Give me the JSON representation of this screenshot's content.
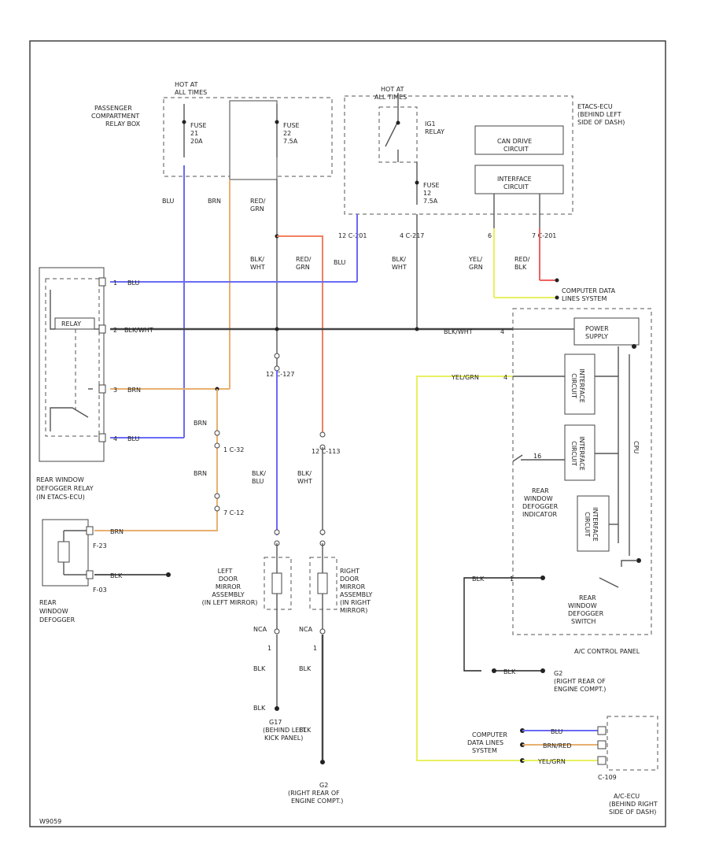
{
  "footer_code": "W9059",
  "labels": {
    "hot1": [
      "HOT AT",
      "ALL TIMES"
    ],
    "hot2": [
      "HOT AT",
      "ALL TIMES"
    ],
    "pcrb": [
      "PASSENGER",
      "COMPARTMENT",
      "RELAY BOX"
    ],
    "fuse1": [
      "FUSE",
      "21",
      "20A"
    ],
    "fuse2": [
      "FUSE",
      "22",
      "7.5A"
    ],
    "fuse3": [
      "FUSE",
      "12",
      "7.5A"
    ],
    "igrelay": [
      "IG1",
      "RELAY"
    ],
    "etacs": [
      "ETACS-ECU",
      "(BEHIND LEFT",
      "SIDE OF DASH)"
    ],
    "can_drive": [
      "CAN DRIVE",
      "CIRCUIT"
    ],
    "interface": [
      "INTERFACE",
      "CIRCUIT"
    ],
    "conn_c201a": "12 C-201",
    "conn_c217": "4 C-217",
    "conn_c201b": "7 C-201",
    "pin_6": "6",
    "w_blu1": "BLU",
    "w_brn1": "BRN",
    "w_redgrn": [
      "RED/",
      "GRN"
    ],
    "w_blkwht1": [
      "BLK/",
      "WHT"
    ],
    "w_redgrn2": [
      "RED/",
      "GRN"
    ],
    "w_blu2": "BLU",
    "w_blkwht2": [
      "BLK/",
      "WHT"
    ],
    "w_yelgrn1": [
      "YEL/",
      "GRN"
    ],
    "w_redblk": [
      "RED/",
      "BLK"
    ],
    "cdl1": [
      "COMPUTER DATA",
      "LINES SYSTEM"
    ],
    "relay_w1": "BLU",
    "relay_w2": "BLK/WHT",
    "relay_w3": "BRN",
    "relay_w4": "BLU",
    "relay_pin1": "1",
    "relay_pin2": "2",
    "relay_pin3": "3",
    "relay_pin4": "4",
    "relay_name": [
      "REAR WINDOW",
      "DEFOGGER RELAY",
      "(IN ETACS-ECU)"
    ],
    "relay_coil": "RELAY",
    "blkwht_mid": "BLK/WHT",
    "pin_4": "4",
    "conn_c127": "12 C-127",
    "conn_c113": "12 C-113",
    "yelgrn_label": "YEL/GRN",
    "pin_4b": "4",
    "power_supply": [
      "POWER",
      "SUPPLY"
    ],
    "brn_a": "BRN",
    "conn_c32": "1 C-32",
    "brn_b": "BRN",
    "conn_c12": "7 C-12",
    "blkblu": [
      "BLK/",
      "BLU"
    ],
    "blkwht3": [
      "BLK/",
      "WHT"
    ],
    "def_w1": "BRN",
    "def_w2": "BLK",
    "def_c1": "F-23",
    "def_c2": "F-03",
    "def_name": [
      "REAR",
      "WINDOW",
      "DEFOGGER"
    ],
    "lmirror": [
      "LEFT",
      "DOOR",
      "MIRROR",
      "ASSEMBLY",
      "(IN LEFT MIRROR)"
    ],
    "rmirror": [
      "RIGHT",
      "DOOR",
      "MIRROR",
      "ASSEMBLY",
      "(IN RIGHT",
      "MIRROR)"
    ],
    "nca": "NCA",
    "ncb": "NCA",
    "pin_1a": "1",
    "pin_1b": "1",
    "blk1": "BLK",
    "blk2": "BLK",
    "blk3": "BLK",
    "ground1": [
      "G17",
      "(BEHIND LEFT",
      "KICK PANEL)"
    ],
    "ground2": [
      "G2",
      "(RIGHT REAR OF",
      "ENGINE COMPT.)"
    ],
    "interfaces": [
      "INTERFACE",
      "CIRCUIT",
      "INTERFACE",
      "CIRCUIT",
      "INTERFACE",
      "CIRCUIT"
    ],
    "cpu": "CPU",
    "pin_16": "16",
    "indicator": [
      "REAR",
      "WINDOW",
      "DEFOGGER",
      "INDICATOR"
    ],
    "switch": [
      "REAR",
      "WINDOW",
      "DEFOGGER",
      "SWITCH"
    ],
    "acpanel": "A/C CONTROL PANEL",
    "blk4": "BLK",
    "pin_1c": "1",
    "blk5": "BLK",
    "ground3": [
      "G2",
      "(RIGHT REAR OF",
      "ENGINE COMPT.)"
    ],
    "cdl2": [
      "COMPUTER",
      "DATA LINES",
      "SYSTEM"
    ],
    "cdl_w1": "BLU",
    "cdl_w2": "BRN/RED",
    "cdl_w3": "YEL/GRN",
    "conn_c109": "C-109",
    "acecu": [
      "A/C-ECU",
      "(BEHIND RIGHT",
      "SIDE OF DASH)"
    ]
  }
}
